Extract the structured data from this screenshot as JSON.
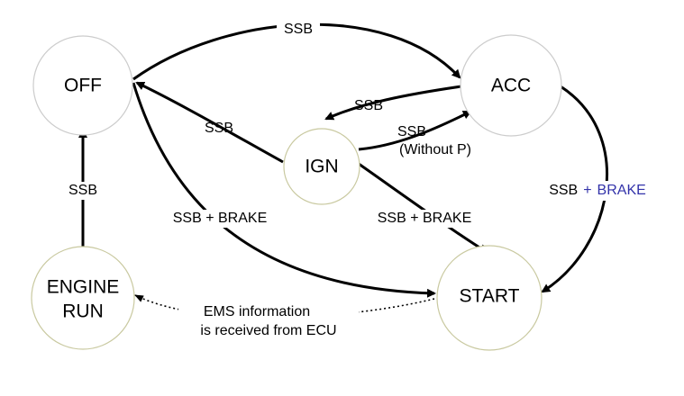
{
  "colors": {
    "state_border_off": "#cccccc",
    "state_border_start": "#c9c9a0",
    "edge": "#000000",
    "accent_brake": "#3333aa"
  },
  "states": {
    "off": "OFF",
    "acc": "ACC",
    "ign": "IGN",
    "engine_run_line1": "ENGINE",
    "engine_run_line2": "RUN",
    "start": "START"
  },
  "transitions": {
    "off_to_acc": "SSB",
    "acc_to_ign": "SSB",
    "ign_to_off": "SSB",
    "ign_to_acc_line1": "SSB",
    "ign_to_acc_line2": "(Without P)",
    "engine_run_to_off": "SSB",
    "acc_to_start_ssb": "SSB",
    "acc_to_start_plus": "+",
    "acc_to_start_brake": "BRAKE",
    "off_to_start": "SSB + BRAKE",
    "ign_to_start": "SSB + BRAKE",
    "start_to_engine_run_line1": "EMS information",
    "start_to_engine_run_line2": "is received from ECU"
  }
}
